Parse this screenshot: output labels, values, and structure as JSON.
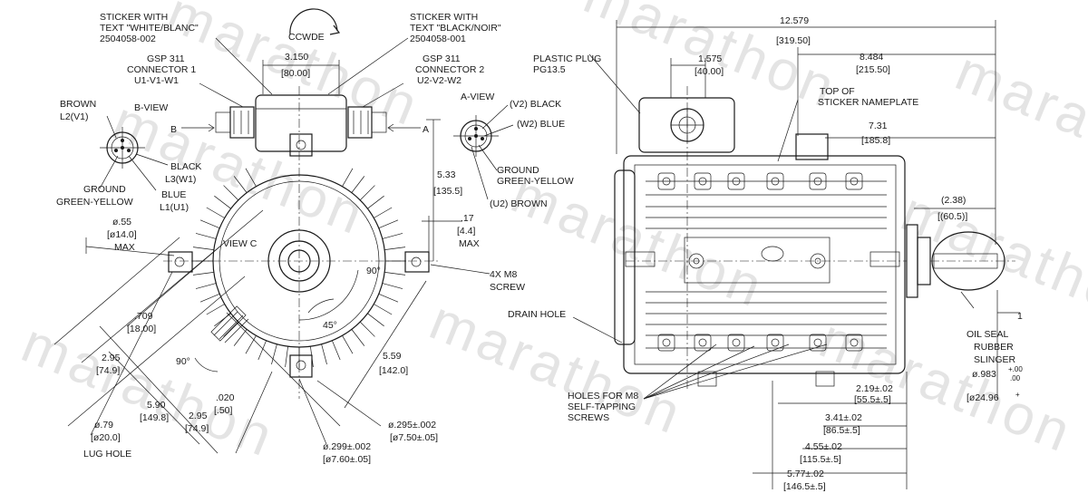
{
  "watermark": "marathon",
  "labels": {
    "sticker_white": "STICKER WITH",
    "sticker_white_2": "TEXT \"WHITE/BLANC\"",
    "sticker_white_pn": "2504058-002",
    "ccwde": "CCWDE",
    "sticker_black": "STICKER WITH",
    "sticker_black_2": "TEXT \"BLACK/NOIR\"",
    "sticker_black_pn": "2504058-001",
    "gsp1": "GSP 311",
    "conn1": "CONNECTOR 1",
    "u1": "U1-V1-W1",
    "dim_3150": "3.150",
    "dim_8000": "[80.00]",
    "gsp2": "GSP 311",
    "conn2": "CONNECTOR 2",
    "u2": "U2-V2-W2",
    "brown": "BROWN",
    "l2v1": "L2(V1)",
    "bview": "B-VIEW",
    "b_arrow": "B",
    "a_arrow": "A",
    "aview": "A-VIEW",
    "v2black": "(V2) BLACK",
    "w2blue": "(W2) BLUE",
    "black": "BLACK",
    "l3w1": "L3(W1)",
    "blue": "BLUE",
    "l1u1": "L1(U1)",
    "ground": "GROUND",
    "green_yellow": "GREEN-YELLOW",
    "ground_r": "GROUND",
    "green_yellow_r": "GREEN-YELLOW",
    "u2brown": "(U2) BROWN",
    "dim_533": "5.33",
    "dim_1355": "[135.5]",
    "dim_17": ".17",
    "dim_44": "[4.4]",
    "max": "MAX",
    "dim_055": "ø.55",
    "dim_140": "[ø14.0]",
    "max2": "MAX",
    "view_c": "VIEW C",
    "deg90": "90°",
    "deg45": "45°",
    "deg90b": "90°",
    "screw_4x": "4X M8",
    "screw": "SCREW",
    "dim_709": ".709",
    "dim_1800": "[18.00]",
    "dim_295": "2.95",
    "dim_749": "[74.9]",
    "dim_559": "5.59",
    "dim_1420": "[142.0]",
    "dim_020": ".020",
    "dim_050": "[.50]",
    "dim_590": "5.90",
    "dim_1498": "[149.8]",
    "dim_295b": "2.95",
    "dim_749b": "[74.9]",
    "dim_079": "ø.79",
    "dim_200": "[ø20.0]",
    "lug_hole": "LUG HOLE",
    "dim_0295": "ø.295±.002",
    "dim_750": "[ø7.50±.05]",
    "dim_0299": "ø.299±.002",
    "dim_760": "[ø7.60±.05]",
    "dim_12579": "12.579",
    "dim_31950": "[319.50]",
    "dim_1575": "1.575",
    "dim_4000": "[40.00]",
    "plastic_plug": "PLASTIC PLUG",
    "pg135": "PG13.5",
    "dim_8484": "8.484",
    "dim_21550": "[215.50]",
    "top_of": "TOP OF",
    "sticker_nameplate": "STICKER NAMEPLATE",
    "dim_731": "7.31",
    "dim_1858": "[185.8]",
    "dim_238": "(2.38)",
    "dim_605": "[(60.5)]",
    "drain_hole": "DRAIN HOLE",
    "oil_seal": "OIL SEAL",
    "rubber": "RUBBER",
    "slinger": "SLINGER",
    "dim_0983": "ø.983",
    "dim_0983_tol": "+.00",
    "dim_0983_tol2": ".00",
    "dim_2496": "[ø24.96",
    "dim_2496_tol": "+",
    "holes_m8": "HOLES FOR M8",
    "self_tap": "SELF-TAPPING",
    "screws": "SCREWS",
    "dim_219": "2.19±.02",
    "dim_555": "[55.5±.5]",
    "dim_341": "3.41±.02",
    "dim_865": "[86.5±.5]",
    "dim_455": "4.55±.02",
    "dim_1155": "[115.5±.5]",
    "dim_577": "5.77±.02",
    "dim_1465": "[146.5±.5]",
    "one": "1"
  }
}
